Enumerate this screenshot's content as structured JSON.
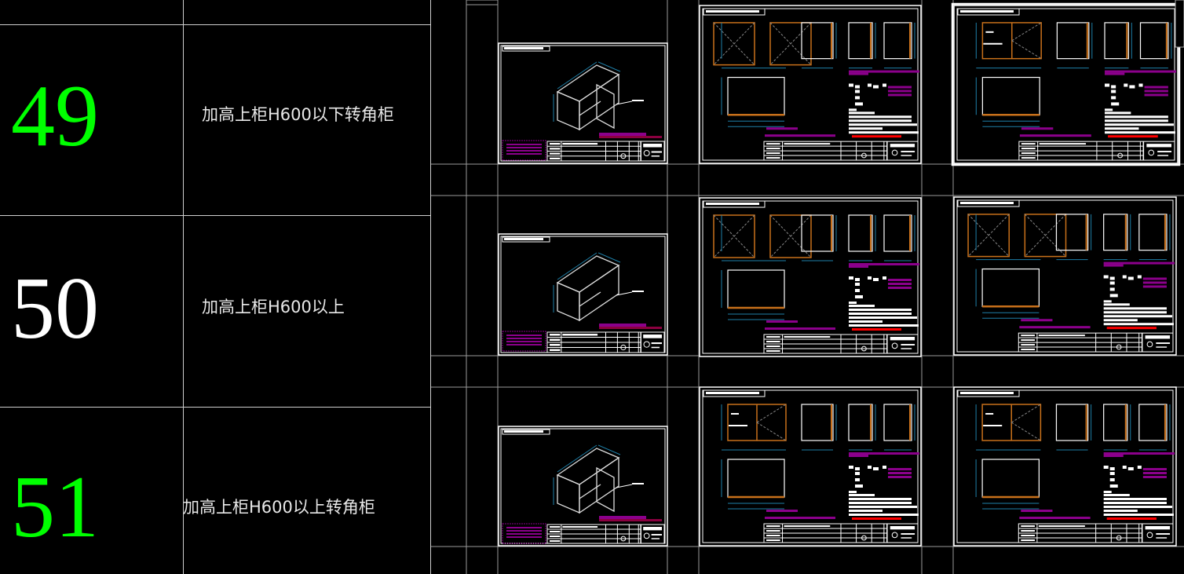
{
  "rows": [
    {
      "number": "49",
      "number_color": "#00ff00",
      "label": "加高上柜H600以下转角柜"
    },
    {
      "number": "50",
      "number_color": "#ffffff",
      "label": "加高上柜H600以上"
    },
    {
      "number": "51",
      "number_color": "#00ff00",
      "label": "加高上柜H600以上转角柜"
    }
  ],
  "colors": {
    "background": "#000000",
    "frame": "#ffffff",
    "dimension": "#1e7fa8",
    "panel": "#c8701a",
    "note": "#8b008b",
    "warning": "#ff0000",
    "grid": "#9a9a9a"
  }
}
